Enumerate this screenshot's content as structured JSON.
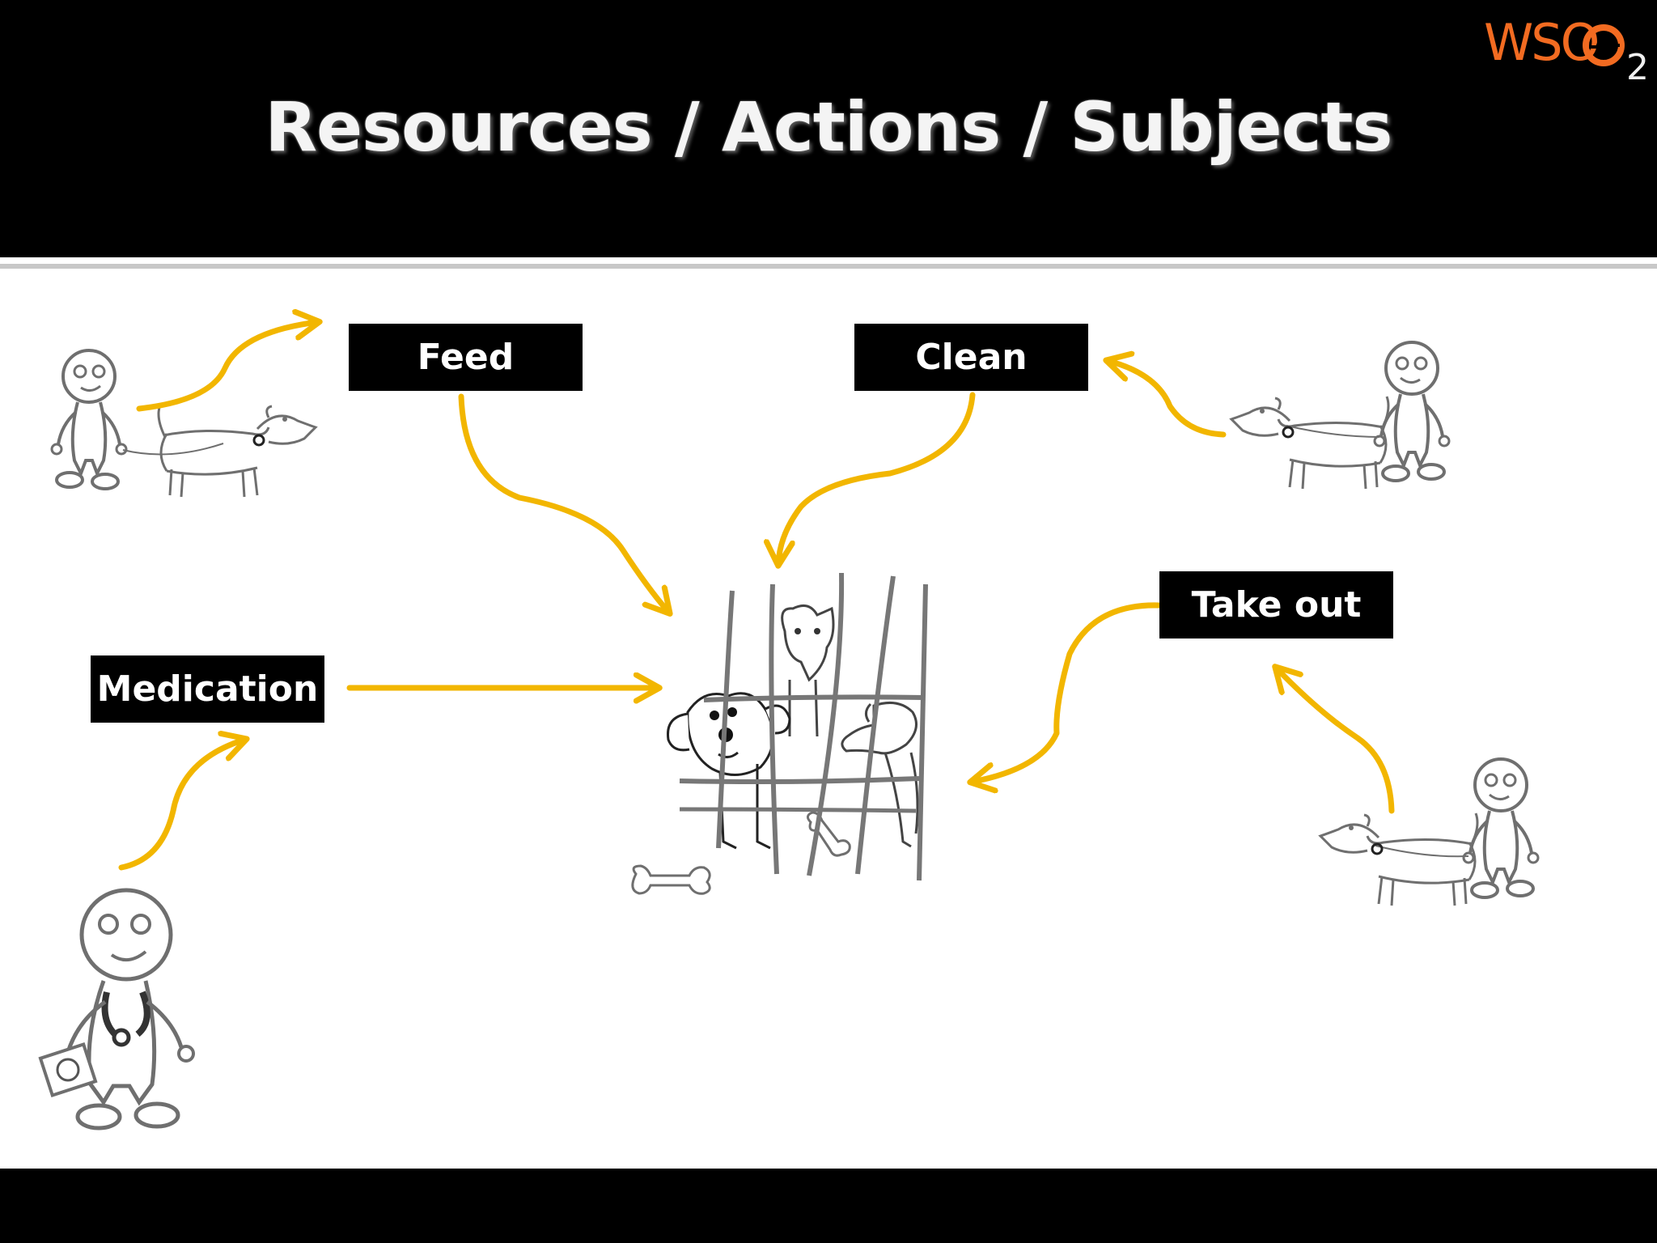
{
  "slide": {
    "title": "Resources / Actions / Subjects",
    "logo": {
      "text": "WSO",
      "subscript": "2",
      "color": "#f26b21"
    },
    "accent_color": "#f2b600"
  },
  "actions": {
    "feed": "Feed",
    "clean": "Clean",
    "take_out": "Take out",
    "medication": "Medication"
  }
}
